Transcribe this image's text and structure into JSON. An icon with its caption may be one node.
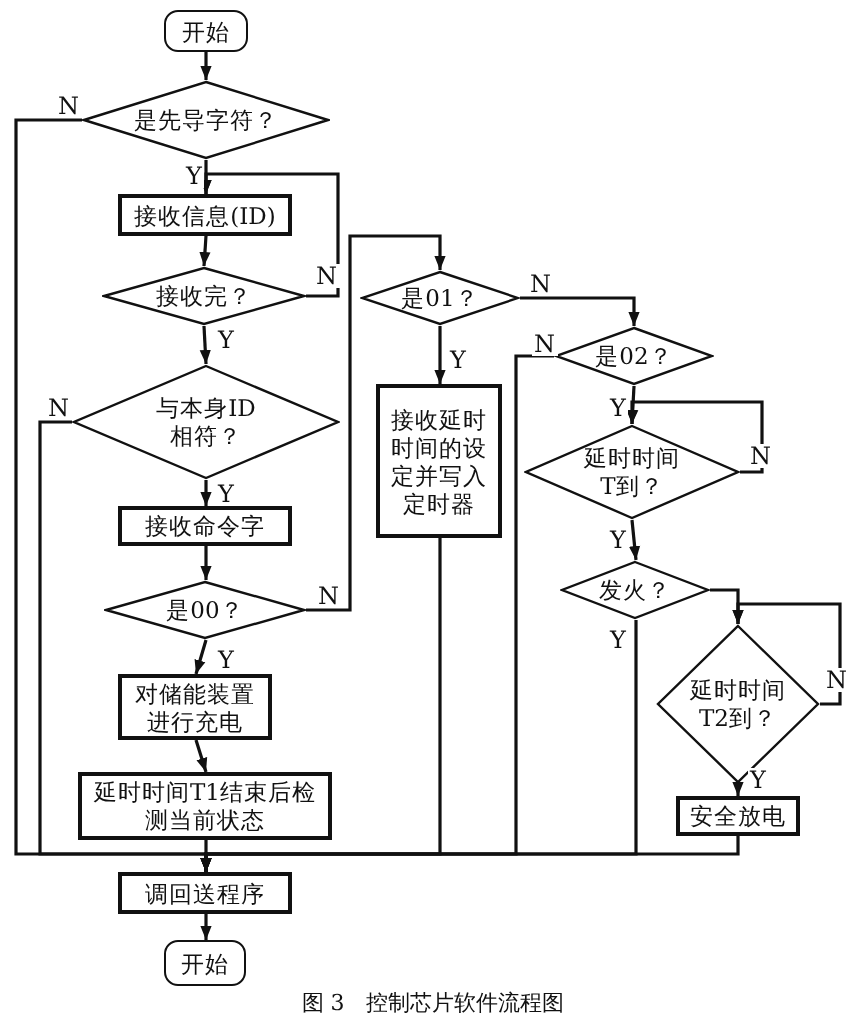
{
  "diagram": {
    "caption": "图 3　控制芯片软件流程图",
    "nodes": [
      {
        "text": [
          "开始"
        ]
      },
      {
        "text": [
          "是先导字符？"
        ]
      },
      {
        "text": [
          "接收信息(ID)"
        ]
      },
      {
        "text": [
          "接收完？"
        ]
      },
      {
        "text": [
          "与本身ID相符？"
        ]
      },
      {
        "text": [
          "接收命令字"
        ]
      },
      {
        "text": [
          "是00？"
        ]
      },
      {
        "text": [
          "对储能装置进行充电"
        ]
      },
      {
        "text": [
          "延时时间T1结束后检测当前状态"
        ]
      },
      {
        "text": [
          "是01？"
        ]
      },
      {
        "text": [
          "接收延时时间的设定并写入定时器"
        ]
      },
      {
        "text": [
          "是02？"
        ]
      },
      {
        "text": [
          "延时时间T到？"
        ]
      },
      {
        "text": [
          "发火？"
        ]
      },
      {
        "text": [
          "延时时间T2到？"
        ]
      },
      {
        "text": [
          "安全放电"
        ]
      },
      {
        "text": [
          "调回送程序"
        ]
      },
      {
        "text": [
          "开始"
        ]
      }
    ],
    "edges": [
      {
        "from": 0,
        "to": 1,
        "arrow": "to"
      },
      {
        "from": 1,
        "to": 2,
        "arrow": "to",
        "label": "Y"
      },
      {
        "from": 1,
        "to": 16,
        "arrow": "to",
        "label": "N"
      },
      {
        "from": 2,
        "to": 3,
        "arrow": "to"
      },
      {
        "from": 3,
        "to": 2,
        "arrow": "to",
        "label": "N"
      },
      {
        "from": 3,
        "to": 4,
        "arrow": "to",
        "label": "Y"
      },
      {
        "from": 4,
        "to": 16,
        "arrow": "to",
        "label": "N"
      },
      {
        "from": 4,
        "to": 5,
        "arrow": "to",
        "label": "Y"
      },
      {
        "from": 5,
        "to": 6,
        "arrow": "to"
      },
      {
        "from": 6,
        "to": 7,
        "arrow": "to",
        "label": "Y"
      },
      {
        "from": 6,
        "to": 9,
        "arrow": "to",
        "label": "N"
      },
      {
        "from": 7,
        "to": 8,
        "arrow": "to"
      },
      {
        "from": 8,
        "to": 16,
        "arrow": "to"
      },
      {
        "from": 9,
        "to": 10,
        "arrow": "to",
        "label": "Y"
      },
      {
        "from": 9,
        "to": 11,
        "arrow": "to",
        "label": "N"
      },
      {
        "from": 10,
        "to": 16,
        "arrow": "to"
      },
      {
        "from": 11,
        "to": 16,
        "arrow": "to",
        "label": "N"
      },
      {
        "from": 11,
        "to": 12,
        "arrow": "to",
        "label": "Y"
      },
      {
        "from": 12,
        "to": 12,
        "arrow": "to",
        "label": "N"
      },
      {
        "from": 12,
        "to": 13,
        "arrow": "to",
        "label": "Y"
      },
      {
        "from": 13,
        "to": 16,
        "arrow": "to",
        "label": "Y"
      },
      {
        "from": 13,
        "to": 14,
        "arrow": "to"
      },
      {
        "from": 14,
        "to": 14,
        "arrow": "to",
        "label": "N"
      },
      {
        "from": 14,
        "to": 15,
        "arrow": "to",
        "label": "Y"
      },
      {
        "from": 15,
        "to": 16,
        "arrow": "to"
      },
      {
        "from": 16,
        "to": 17,
        "arrow": "to"
      }
    ]
  }
}
